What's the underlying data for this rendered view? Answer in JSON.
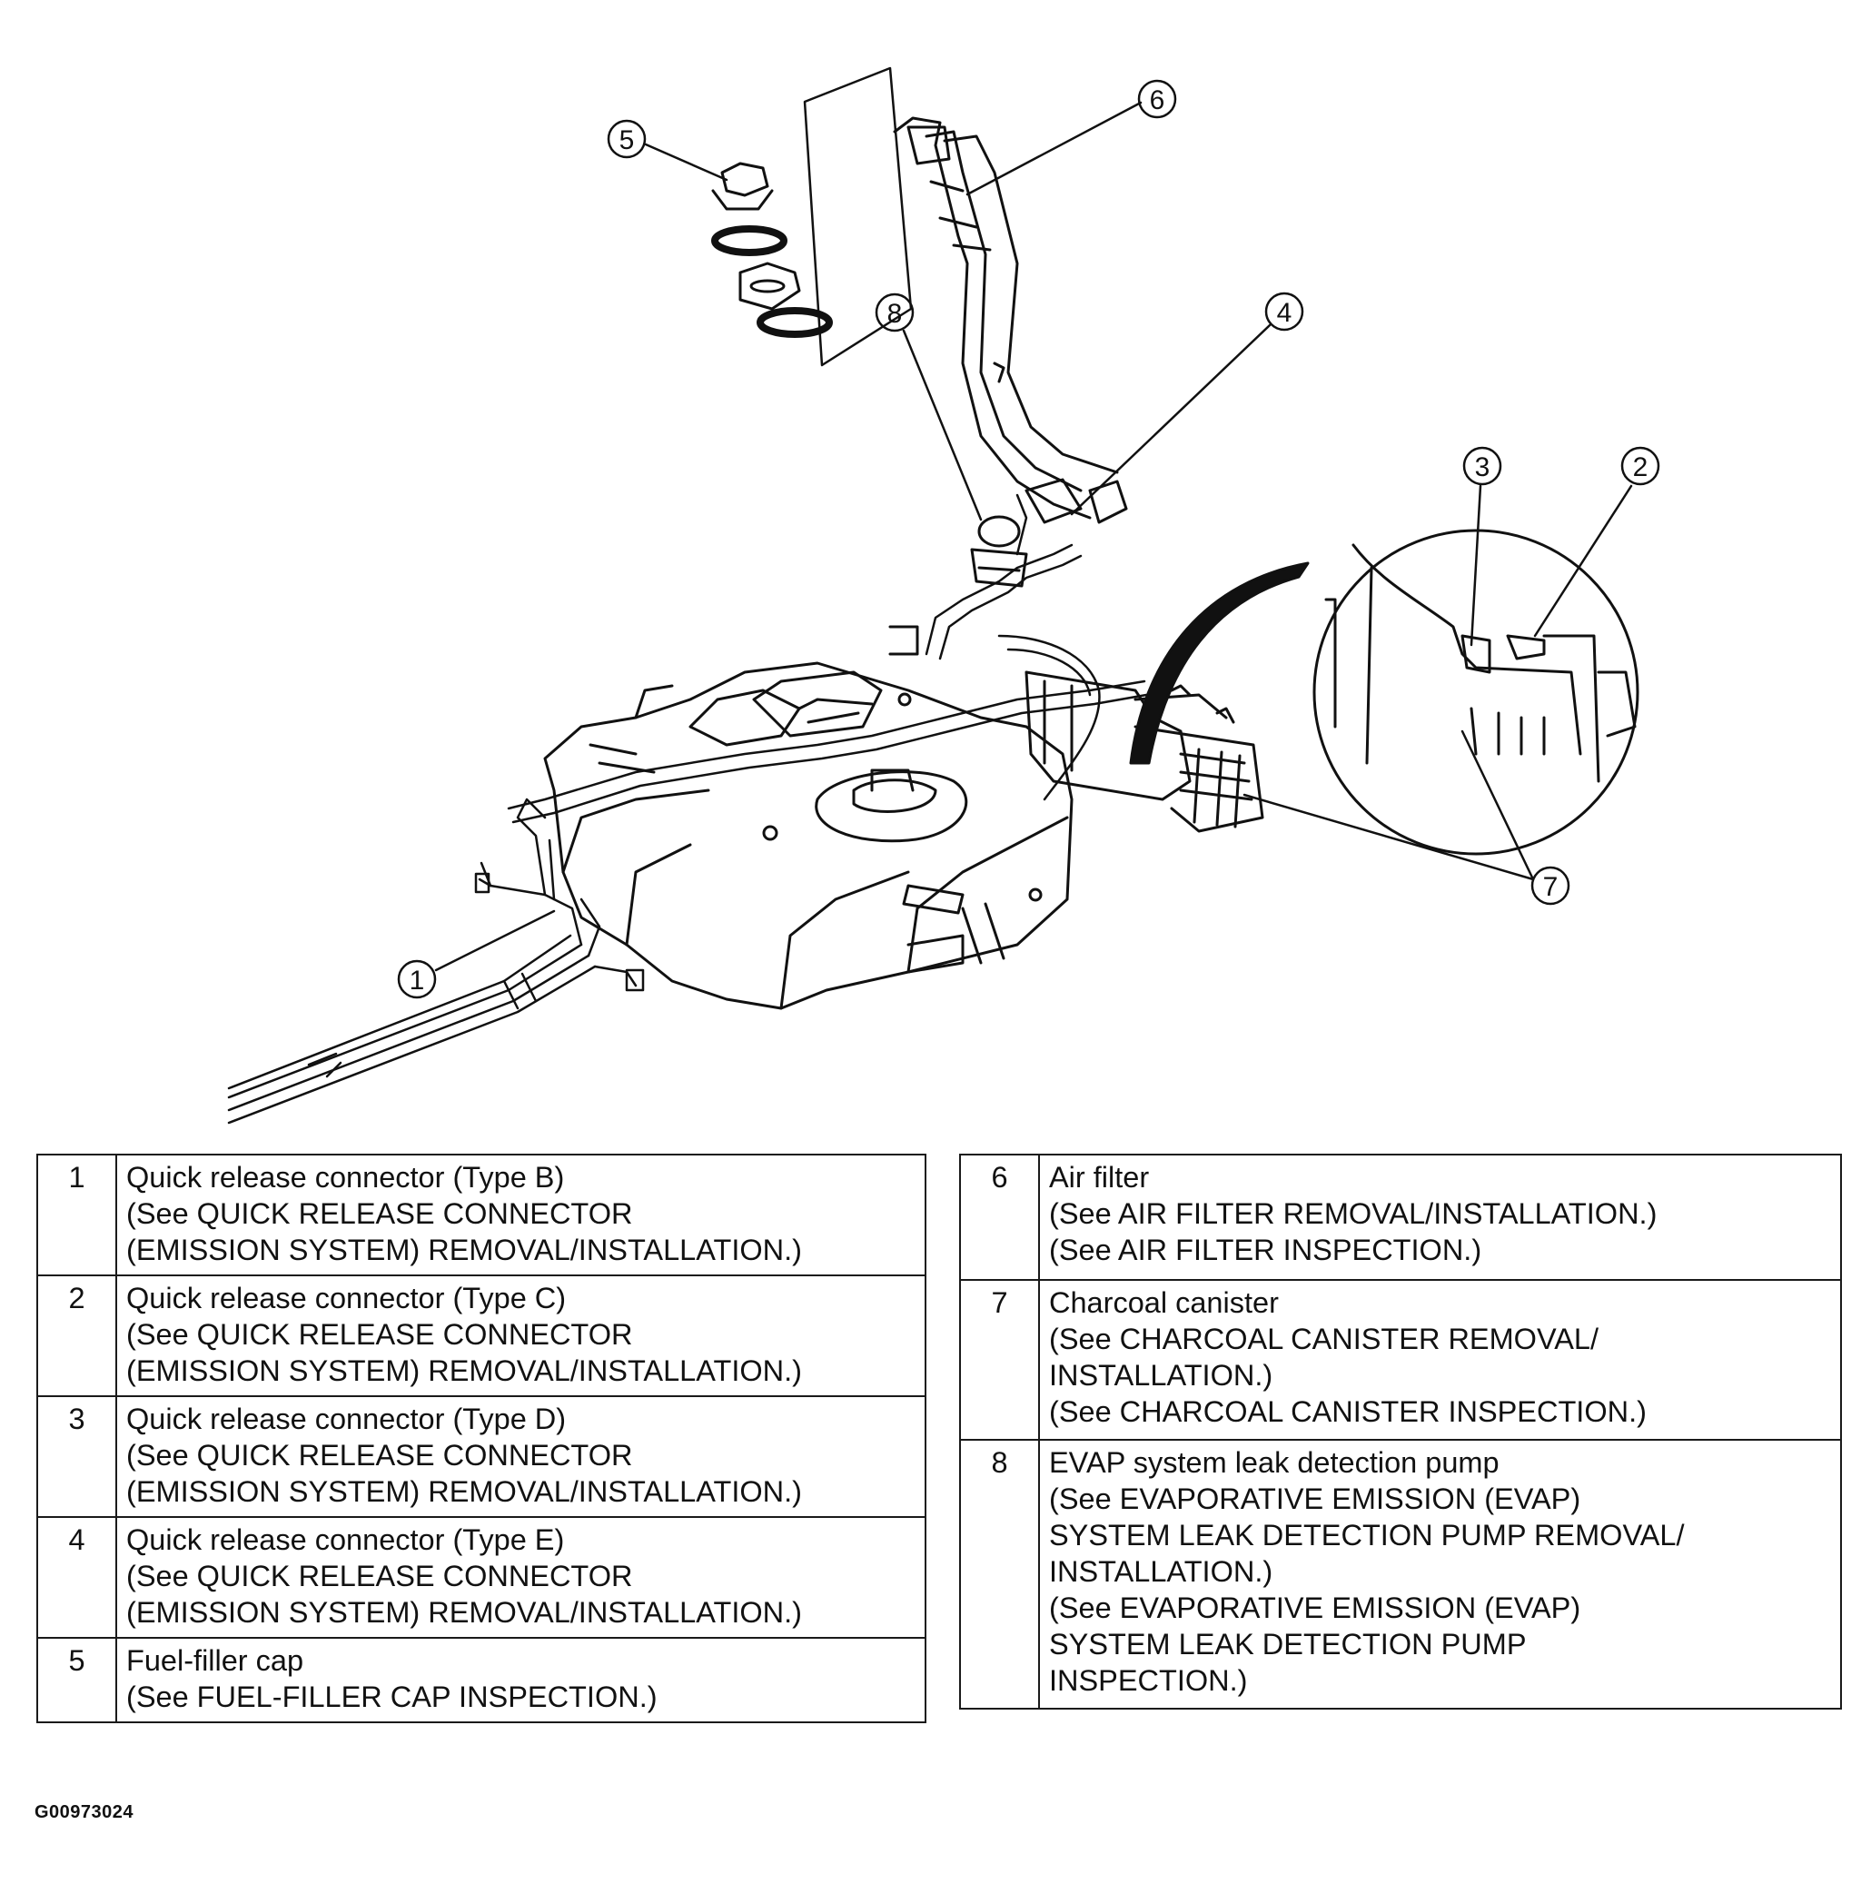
{
  "callouts": [
    "1",
    "2",
    "3",
    "4",
    "5",
    "6",
    "7",
    "8"
  ],
  "legend_left": [
    {
      "num": "1",
      "lines": [
        "Quick release connector (Type B)",
        "(See QUICK RELEASE CONNECTOR",
        "(EMISSION SYSTEM) REMOVAL/INSTALLATION.)"
      ]
    },
    {
      "num": "2",
      "lines": [
        "Quick release connector (Type C)",
        "(See QUICK RELEASE CONNECTOR",
        "(EMISSION SYSTEM) REMOVAL/INSTALLATION.)"
      ]
    },
    {
      "num": "3",
      "lines": [
        "Quick release connector (Type D)",
        "(See QUICK RELEASE CONNECTOR",
        "(EMISSION SYSTEM) REMOVAL/INSTALLATION.)"
      ]
    },
    {
      "num": "4",
      "lines": [
        "Quick release connector (Type E)",
        "(See QUICK RELEASE CONNECTOR",
        "(EMISSION SYSTEM) REMOVAL/INSTALLATION.)"
      ]
    },
    {
      "num": "5",
      "lines": [
        "Fuel-filler cap",
        "(See FUEL-FILLER CAP INSPECTION.)"
      ]
    }
  ],
  "legend_right": [
    {
      "num": "6",
      "lines": [
        "Air filter",
        "(See AIR FILTER REMOVAL/INSTALLATION.)",
        "(See AIR FILTER INSPECTION.)"
      ]
    },
    {
      "num": "7",
      "lines": [
        "Charcoal canister",
        "(See CHARCOAL CANISTER REMOVAL/",
        "INSTALLATION.)",
        "(See CHARCOAL CANISTER INSPECTION.)"
      ]
    },
    {
      "num": "8",
      "lines": [
        "EVAP system leak detection pump",
        "(See EVAPORATIVE EMISSION (EVAP)",
        "SYSTEM LEAK DETECTION PUMP REMOVAL/",
        "INSTALLATION.)",
        "(See EVAPORATIVE EMISSION (EVAP)",
        "SYSTEM LEAK DETECTION PUMP",
        "INSPECTION.)"
      ]
    }
  ],
  "figure_id": "G00973024"
}
